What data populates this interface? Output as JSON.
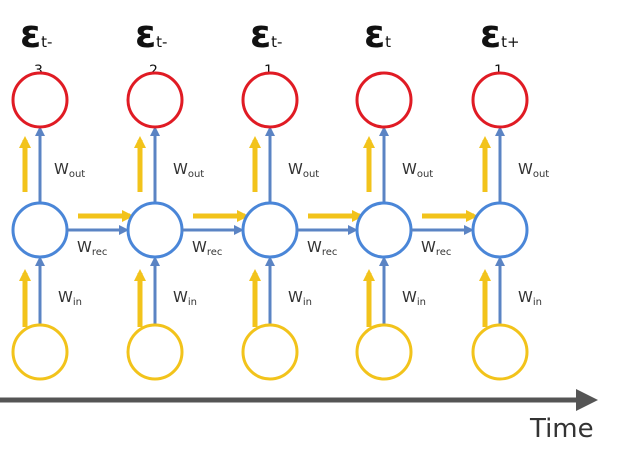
{
  "colors": {
    "output": "#e01b24",
    "hidden": "#4a86d8",
    "input": "#f2c31b",
    "flow_arrow": "#f2c31b",
    "weight_arrow": "#5b84c4",
    "time_axis": "#555555"
  },
  "time_label": "Time",
  "weights": {
    "out": {
      "main": "W",
      "sub": "out"
    },
    "rec": {
      "main": "W",
      "sub": "rec"
    },
    "in": {
      "main": "W",
      "sub": "in"
    }
  },
  "steps": [
    {
      "error_symbol": "ε",
      "error_sub": "t-",
      "error_sub2": "3"
    },
    {
      "error_symbol": "ε",
      "error_sub": "t-",
      "error_sub2": "2"
    },
    {
      "error_symbol": "ε",
      "error_sub": "t-",
      "error_sub2": "1"
    },
    {
      "error_symbol": "ε",
      "error_sub": "t",
      "error_sub2": ""
    },
    {
      "error_symbol": "ε",
      "error_sub": "t+",
      "error_sub2": "1"
    }
  ]
}
